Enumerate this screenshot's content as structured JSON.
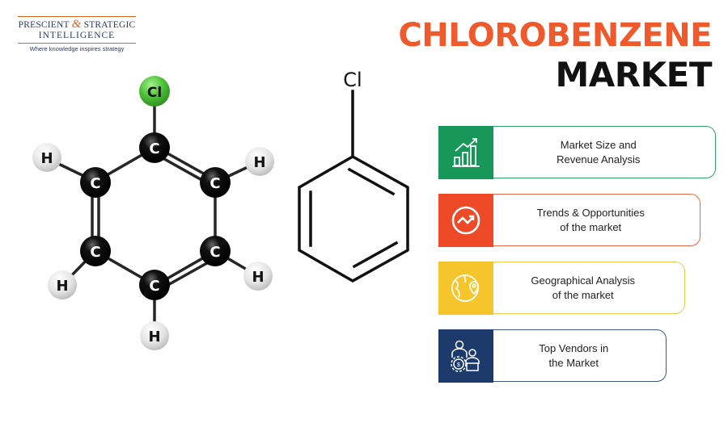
{
  "logo": {
    "line1_a": "PRESCIENT",
    "line1_amp": "&",
    "line1_b": "STRATEGIC",
    "line2": "INTELLIGENCE",
    "tagline": "Where knowledge inspires strategy"
  },
  "title": {
    "line1": "CHLOROBENZENE",
    "line2": "MARKET",
    "accent_color": "#ee5a2c"
  },
  "molecule_3d": {
    "atoms": [
      {
        "label": "Cl"
      },
      {
        "label": "C"
      },
      {
        "label": "C"
      },
      {
        "label": "C"
      },
      {
        "label": "C"
      },
      {
        "label": "C"
      },
      {
        "label": "C"
      },
      {
        "label": "H"
      },
      {
        "label": "H"
      },
      {
        "label": "H"
      },
      {
        "label": "H"
      },
      {
        "label": "H"
      }
    ]
  },
  "structural_formula": {
    "substituent": "Cl"
  },
  "cards": [
    {
      "line1": "Market Size and",
      "line2": "Revenue Analysis",
      "icon": "bar-chart-growth-icon",
      "color": "#17985a"
    },
    {
      "line1": "Trends & Opportunities",
      "line2": "of the market",
      "icon": "trend-arrow-circle-icon",
      "color": "#ee4a27"
    },
    {
      "line1": "Geographical Analysis",
      "line2": "of the market",
      "icon": "globe-location-pin-icon",
      "color": "#f5c52b"
    },
    {
      "line1": "Top Vendors in",
      "line2": "the Market",
      "icon": "vendors-people-icon",
      "color": "#1c3a6b"
    }
  ]
}
